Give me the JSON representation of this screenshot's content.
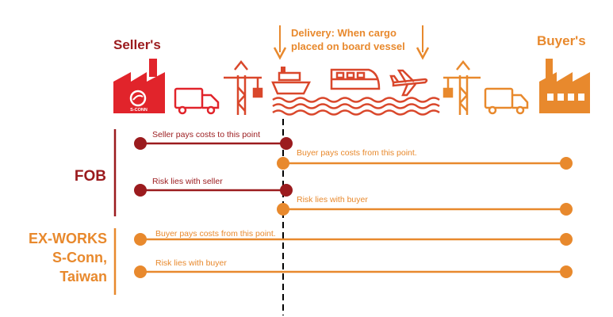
{
  "parties": {
    "seller": "Seller's",
    "buyer": "Buyer's"
  },
  "delivery_note": "Delivery: When cargo placed on board vessel",
  "seller_logo_text": "S-CONN",
  "terms": [
    {
      "label": "FOB",
      "lines": [
        {
          "label": "Seller pays costs to this point",
          "party": "seller",
          "start_stage": "seller-factory",
          "end_stage": "vessel"
        },
        {
          "label": "Buyer pays costs from this point.",
          "party": "buyer",
          "start_stage": "vessel",
          "end_stage": "buyer-factory"
        },
        {
          "label": "Risk lies with seller",
          "party": "seller",
          "start_stage": "seller-factory",
          "end_stage": "vessel"
        },
        {
          "label": "Risk lies with buyer",
          "party": "buyer",
          "start_stage": "vessel",
          "end_stage": "buyer-factory"
        }
      ]
    },
    {
      "label": "EX-WORKS S-Conn, Taiwan",
      "label_lines": [
        "EX-WORKS",
        "S-Conn,",
        "Taiwan"
      ],
      "lines": [
        {
          "label": "Buyer pays costs from this point.",
          "party": "buyer",
          "start_stage": "seller-factory",
          "end_stage": "buyer-factory"
        },
        {
          "label": "Risk lies with buyer",
          "party": "buyer",
          "start_stage": "seller-factory",
          "end_stage": "buyer-factory"
        }
      ]
    }
  ],
  "icons": [
    "factory-icon",
    "truck-icon",
    "crane-icon",
    "ship-icon",
    "train-icon",
    "airplane-icon",
    "crane-icon",
    "truck-icon",
    "factory-icon"
  ],
  "colors": {
    "seller": "#9b1b1e",
    "buyer": "#e8892d",
    "seller_factory": "#e1242b",
    "divider": "#000000"
  }
}
